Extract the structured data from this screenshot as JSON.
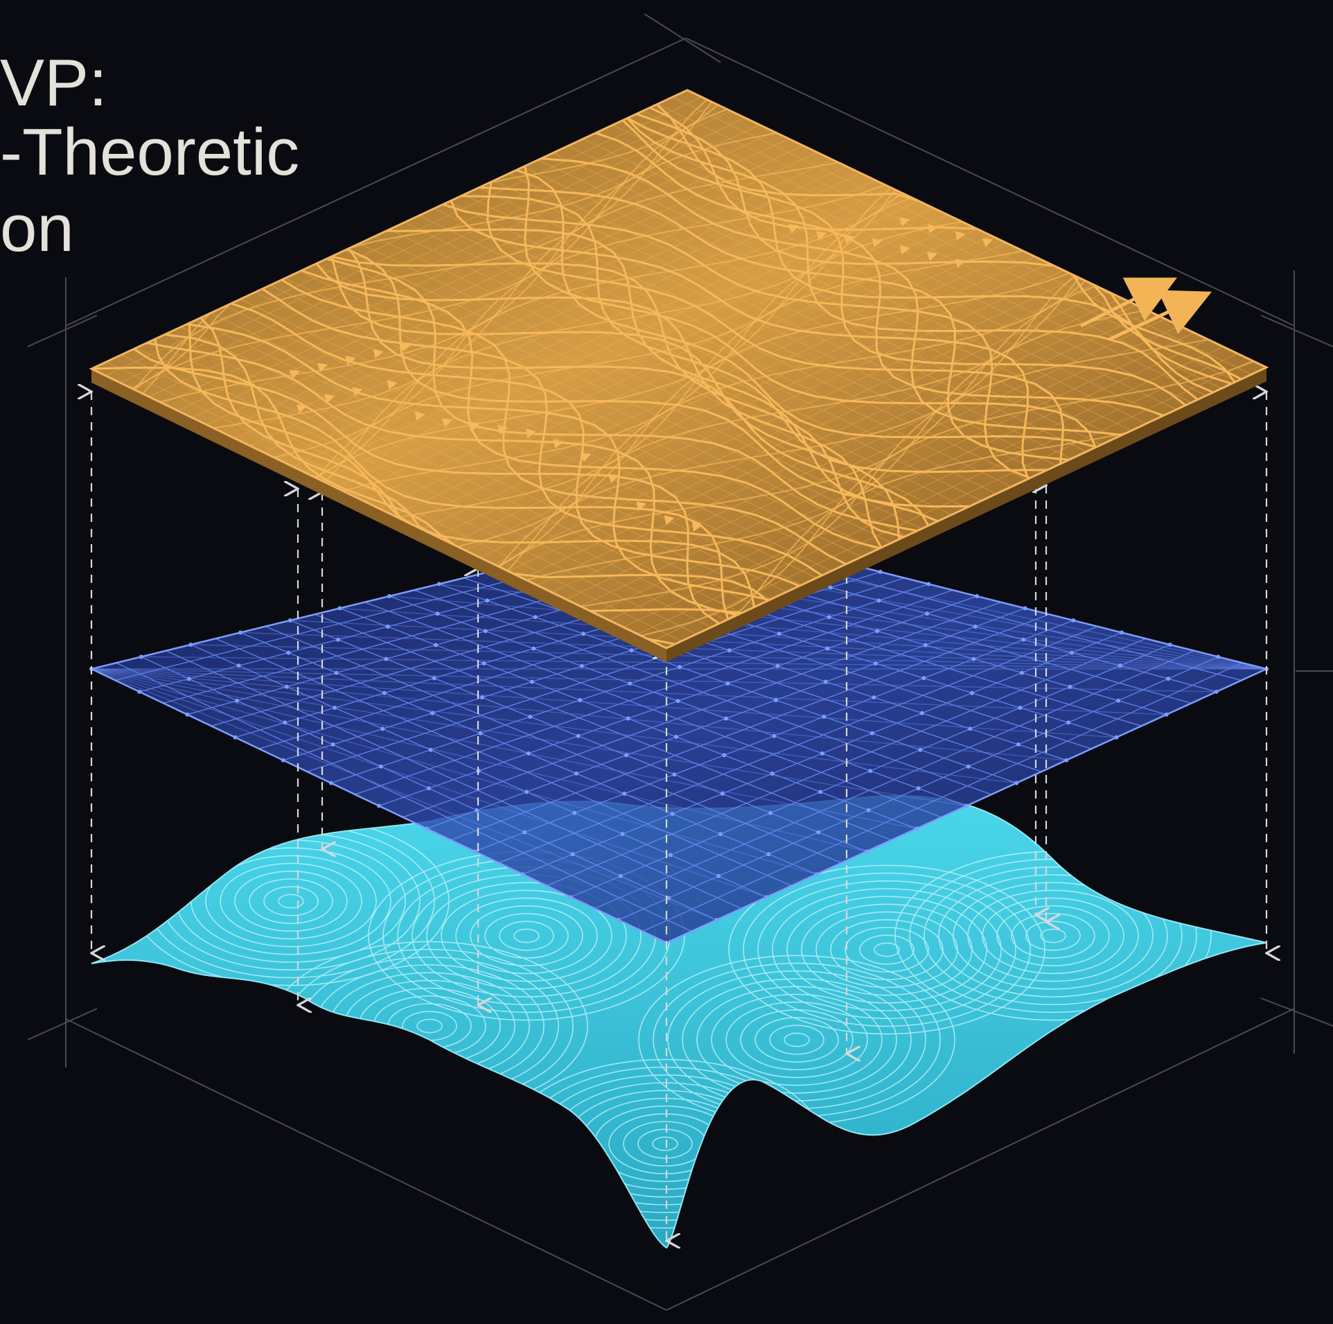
{
  "title": {
    "line1": "VP:",
    "line2": "-Theoretic",
    "line3": "on"
  },
  "colors": {
    "background": "#0a0b10",
    "title_text": "#e4e0da",
    "top_layer": "#c9923a",
    "top_layer_lines": "#f3b457",
    "middle_layer": "#2a3f9c",
    "middle_layer_lines": "#5b7cf0",
    "bottom_surface": "#3ec8df",
    "bottom_surface_lines": "#bff3fb",
    "connector_arrows": "#d8d8dc",
    "guide_lines": "#4a4a52"
  },
  "layers": [
    {
      "name": "vector-field-layer",
      "description_visible": false
    },
    {
      "name": "mesh-layer",
      "description_visible": false
    },
    {
      "name": "landscape-surface",
      "description_visible": false
    }
  ]
}
